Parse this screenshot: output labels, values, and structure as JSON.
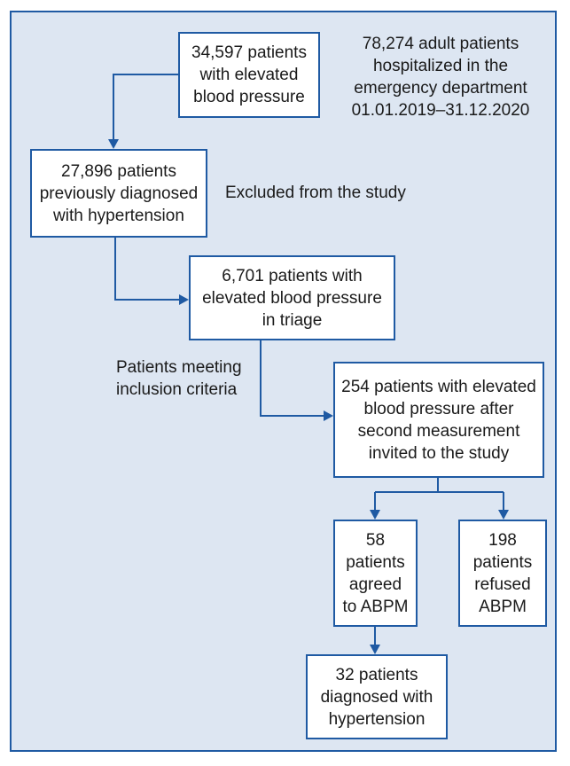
{
  "diagram": {
    "nodes": {
      "elevated_bp": "34,597 patients\nwith elevated\nblood pressure",
      "previously_diagnosed": "27,896 patients\npreviously diagnosed\nwith hypertension",
      "elevated_triage": "6,701 patients with\nelevated blood pressure\nin triage",
      "after_second": "254 patients with elevated\nblood pressure after\nsecond measurement\ninvited to the study",
      "agreed": "58\npatients\nagreed\nto ABPM",
      "refused": "198\npatients\nrefused\nABPM",
      "diagnosed": "32 patients\ndiagnosed with\nhypertension"
    },
    "notes": {
      "source_population": "78,274 adult patients\nhospitalized in the\nemergency department\n01.01.2019–31.12.2020",
      "excluded": "Excluded from the study",
      "inclusion": "Patients meeting\ninclusion criteria"
    }
  }
}
